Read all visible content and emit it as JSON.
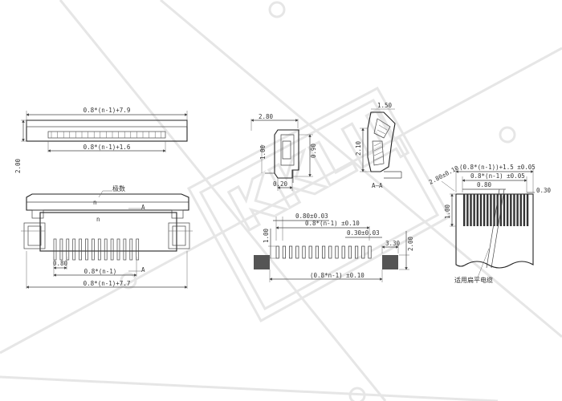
{
  "watermark": {
    "text": "KKLЦ"
  },
  "views": {
    "top": {
      "overall_width": "0.8*(n-1)+7.9",
      "contact_span": "0.8*(n-1)+1.6",
      "height": "2.00"
    },
    "front": {
      "pin_label": "n",
      "pin_count_label": "极数",
      "pitch": "0.80",
      "pin_span": "0.8*(n-1)",
      "overall_width": "0.8*(n-1)+7.7",
      "section_marker": "A"
    },
    "side": {
      "width": "2.80",
      "height": "0.90",
      "foot": "0.20",
      "small_dim": "1.00",
      "section_label": "A—A",
      "detail_dim": "2.10",
      "detail_dim2": "1.50"
    },
    "footprint": {
      "pitch": "0.80±0.03",
      "pad_span": "0.8*(n-1) ±0.10",
      "pad_width": "0.30±0.03",
      "anchor_width": "3.30",
      "anchor_height": "2.00",
      "pad_length": "1.00",
      "overall": "(0.8*n-1) ±0.10"
    },
    "ffc": {
      "overall_width": "(0.8*(n-1))+1.5 ±0.05",
      "conductor_span": "0.8*(n-1) ±0.05",
      "pitch": "0.80",
      "conductor_width": "0.30",
      "end_dim": "2.80±0.10",
      "height": "1.00",
      "caption": "适用扁平电缆"
    }
  }
}
